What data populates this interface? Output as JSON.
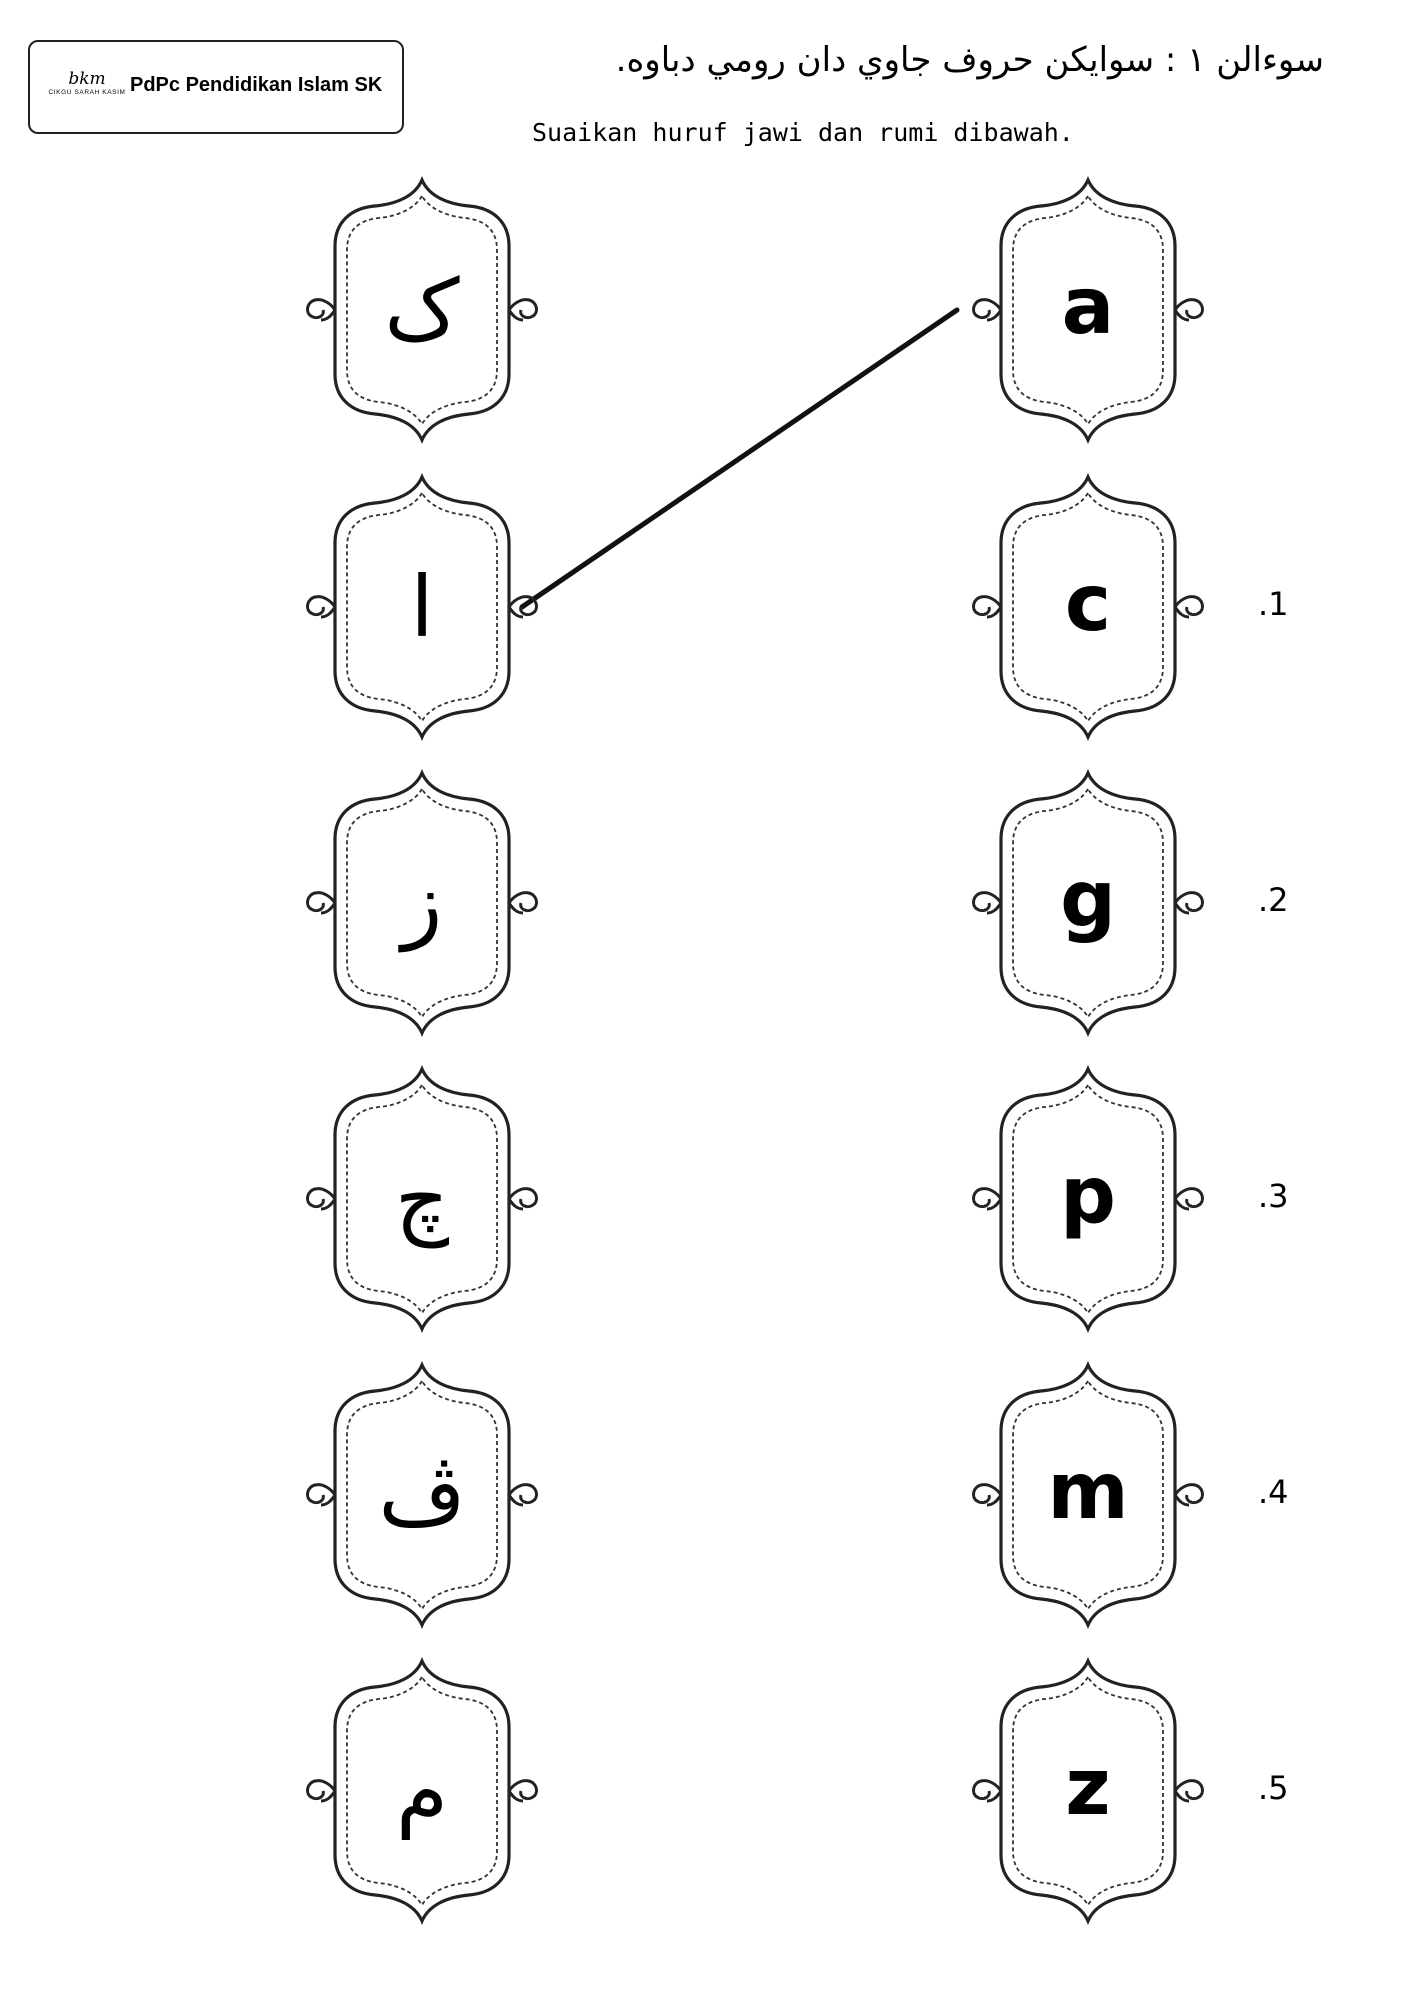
{
  "header": {
    "logo_script": "bkm",
    "logo_subtitle": "CIKGU SARAH KASIM",
    "logo_title": "PdPc Pendidikan Islam SK",
    "title_jawi": "سوءالن ١ : سوايکن حروف جاوي دان رومي دباوه.",
    "title_rumi": "Suaikan huruf jawi dan rumi dibawah."
  },
  "left_letters": [
    "ک",
    "ا",
    "ز",
    "چ",
    "ڤ",
    "م"
  ],
  "right_letters": [
    "a",
    "c",
    "g",
    "p",
    "m",
    "z"
  ],
  "question_numbers": [
    "",
    ".1",
    ".2",
    ".3",
    ".4",
    ".5"
  ],
  "example_match": {
    "jawi": "ا",
    "rumi": "a"
  }
}
